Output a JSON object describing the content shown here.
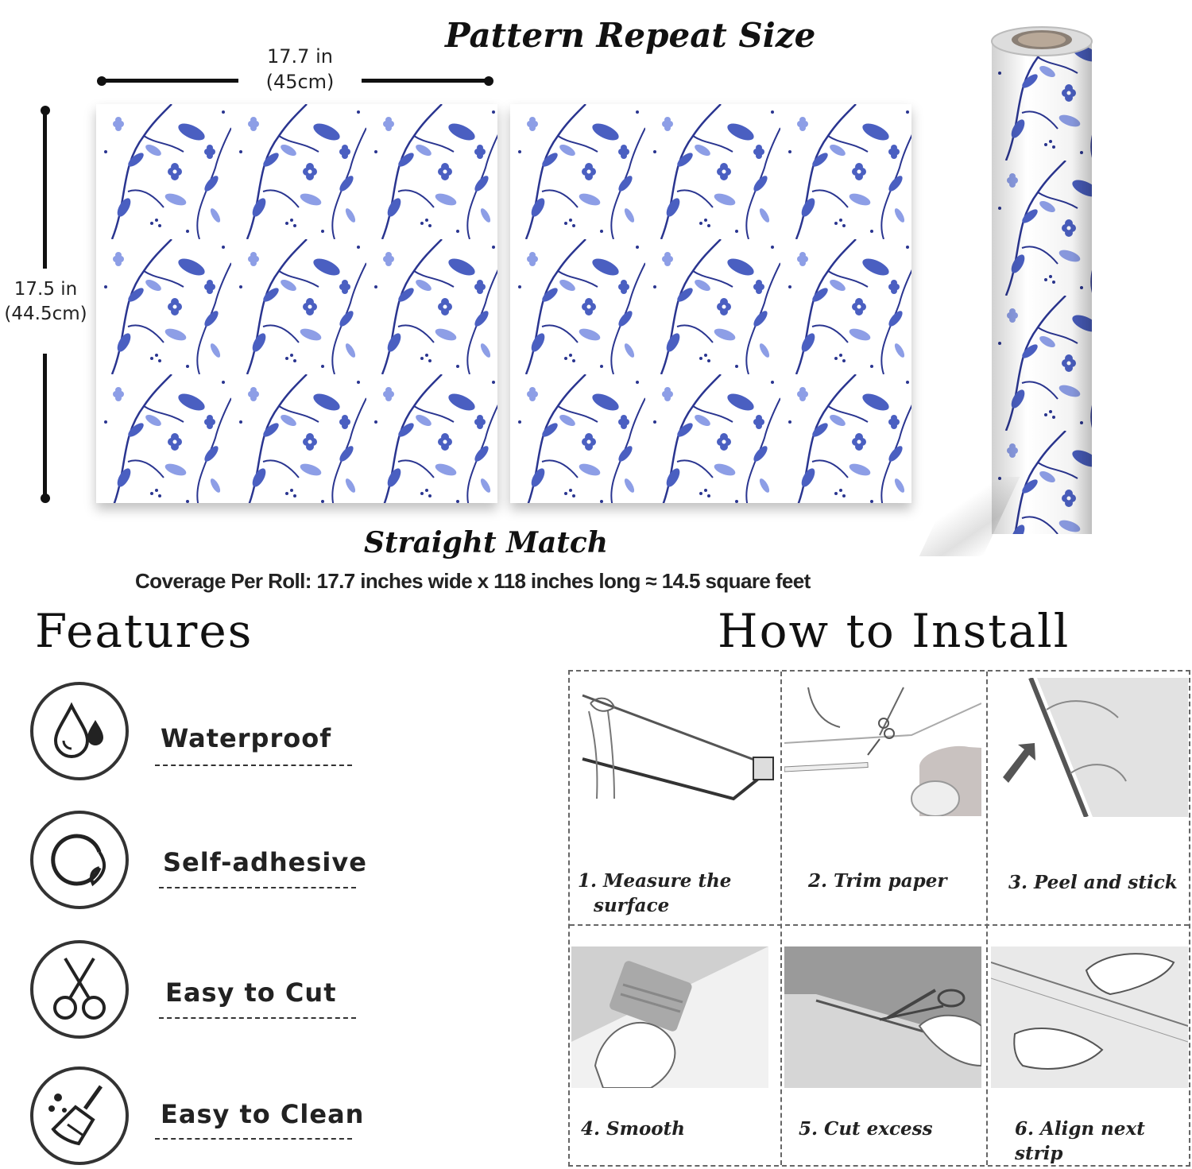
{
  "header": {
    "title": "Pattern Repeat Size",
    "width_label_in": "17.7 in",
    "width_label_cm": "(45cm)",
    "height_label_in": "17.5 in",
    "height_label_cm": "(44.5cm)"
  },
  "match": {
    "title": "Straight Match",
    "coverage": "Coverage Per Roll: 17.7 inches wide x 118 inches long ≈ 14.5 square feet"
  },
  "features": {
    "title": "Features",
    "items": [
      {
        "label": "Waterproof",
        "icon": "water-drops-icon"
      },
      {
        "label": "Self-adhesive",
        "icon": "sticker-peel-icon"
      },
      {
        "label": "Easy to Cut",
        "icon": "scissors-icon"
      },
      {
        "label": "Easy to Clean",
        "icon": "broom-icon"
      }
    ]
  },
  "install": {
    "title": "How to Install",
    "steps": [
      {
        "line1": "1. Measure the",
        "line2": "surface"
      },
      {
        "line1": "2. Trim paper",
        "line2": ""
      },
      {
        "line1": "3. Peel and stick",
        "line2": ""
      },
      {
        "line1": "4. Smooth",
        "line2": ""
      },
      {
        "line1": "5. Cut excess",
        "line2": ""
      },
      {
        "line1": "6. Align next strip",
        "line2": ""
      }
    ]
  },
  "colors": {
    "accent_blue": "#4a5fc1",
    "dark_blue": "#2a3590",
    "light_blue": "#8d9ee6",
    "text": "#222222"
  }
}
